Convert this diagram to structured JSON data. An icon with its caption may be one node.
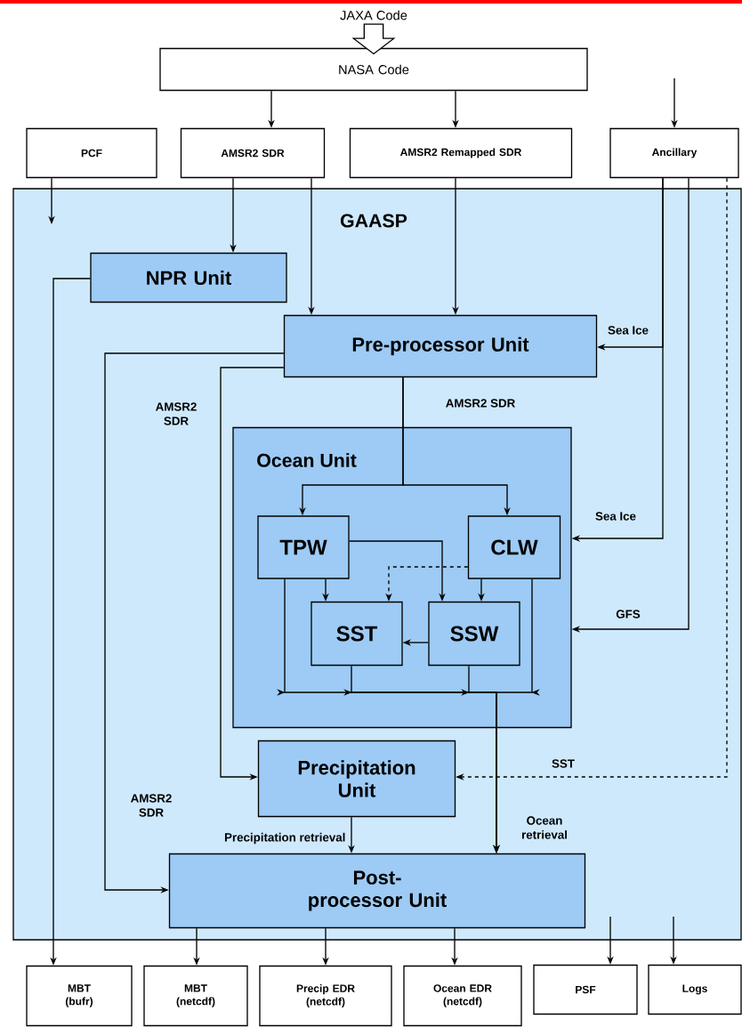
{
  "diagram": {
    "nodes": [
      {
        "text": [
          "JAXA Code"
        ]
      },
      {
        "text": [
          "NASA Code"
        ]
      },
      {
        "text": [
          "PCF"
        ]
      },
      {
        "text": [
          "AMSR2 SDR"
        ]
      },
      {
        "text": [
          "AMSR2 Remapped SDR"
        ]
      },
      {
        "text": [
          "Ancillary"
        ]
      },
      {
        "text": [
          "GAASP"
        ]
      },
      {
        "text": [
          "NPR Unit"
        ],
        "in": 6
      },
      {
        "text": [
          "Pre-processor Unit"
        ],
        "in": 6
      },
      {
        "text": [
          "Ocean Unit"
        ],
        "in": 6
      },
      {
        "text": [
          "TPW"
        ],
        "in": 9
      },
      {
        "text": [
          "CLW"
        ],
        "in": 9
      },
      {
        "text": [
          "SST"
        ],
        "in": 9
      },
      {
        "text": [
          "SSW"
        ],
        "in": 9
      },
      {
        "text": [
          "Precipitation Unit"
        ],
        "in": 6
      },
      {
        "text": [
          "Post-processor Unit"
        ],
        "in": 6
      },
      {
        "text": [
          "MBT (bufr)"
        ]
      },
      {
        "text": [
          "MBT (netcdf)"
        ]
      },
      {
        "text": [
          "Precip EDR (netcdf)"
        ]
      },
      {
        "text": [
          "Ocean EDR (netcdf)"
        ]
      },
      {
        "text": [
          "PSF"
        ]
      },
      {
        "text": [
          "Logs"
        ]
      }
    ],
    "edges": [
      {
        "from": 0,
        "to": 1,
        "arrow": "to"
      },
      {
        "from": 1,
        "to": 3,
        "arrow": "to"
      },
      {
        "from": 1,
        "to": 4,
        "arrow": "to"
      },
      {
        "from": null,
        "to": 5,
        "arrow": "to"
      },
      {
        "from": 2,
        "to": null,
        "arrow": "to"
      },
      {
        "from": 3,
        "to": 7,
        "arrow": "to"
      },
      {
        "from": 3,
        "to": 8,
        "arrow": "to"
      },
      {
        "from": 4,
        "to": 8,
        "arrow": "to"
      },
      {
        "from": 5,
        "to": 8,
        "arrow": "to",
        "label": "Sea Ice"
      },
      {
        "from": 5,
        "to": 9,
        "arrow": "to",
        "label": "Sea Ice"
      },
      {
        "from": 5,
        "to": 9,
        "arrow": "to",
        "label": "GFS"
      },
      {
        "from": 5,
        "to": 14,
        "arrow": "to",
        "label": "SST",
        "style": "dashed"
      },
      {
        "from": 7,
        "to": 16,
        "arrow": "to"
      },
      {
        "from": 8,
        "to": 15,
        "arrow": "to",
        "label": "AMSR2 SDR"
      },
      {
        "from": 8,
        "to": 14,
        "arrow": "to",
        "label": "AMSR2 SDR"
      },
      {
        "from": 8,
        "to": 10,
        "arrow": "to",
        "label": "AMSR2 SDR"
      },
      {
        "from": 8,
        "to": 11,
        "arrow": "to"
      },
      {
        "from": 10,
        "to": 13,
        "arrow": "to"
      },
      {
        "from": 10,
        "to": 12,
        "arrow": "to"
      },
      {
        "from": 11,
        "to": 12,
        "arrow": "to",
        "style": "dashed"
      },
      {
        "from": 11,
        "to": 13,
        "arrow": "to"
      },
      {
        "from": 13,
        "to": 12,
        "arrow": "to"
      },
      {
        "from": 10,
        "to": 15,
        "arrow": "to"
      },
      {
        "from": 12,
        "to": 15,
        "arrow": "to"
      },
      {
        "from": 13,
        "to": 15,
        "arrow": "to"
      },
      {
        "from": 11,
        "to": 15,
        "arrow": "to"
      },
      {
        "from": 14,
        "to": 15,
        "arrow": "to",
        "label": "Precipitation retrieval"
      },
      {
        "from": 15,
        "to": 17,
        "arrow": "to"
      },
      {
        "from": 15,
        "to": 18,
        "arrow": "to"
      },
      {
        "from": 15,
        "to": 19,
        "arrow": "to"
      },
      {
        "from": null,
        "to": 20,
        "arrow": "to"
      },
      {
        "from": null,
        "to": 21,
        "arrow": "to"
      }
    ],
    "labels": [
      "Ocean retrieval"
    ]
  }
}
